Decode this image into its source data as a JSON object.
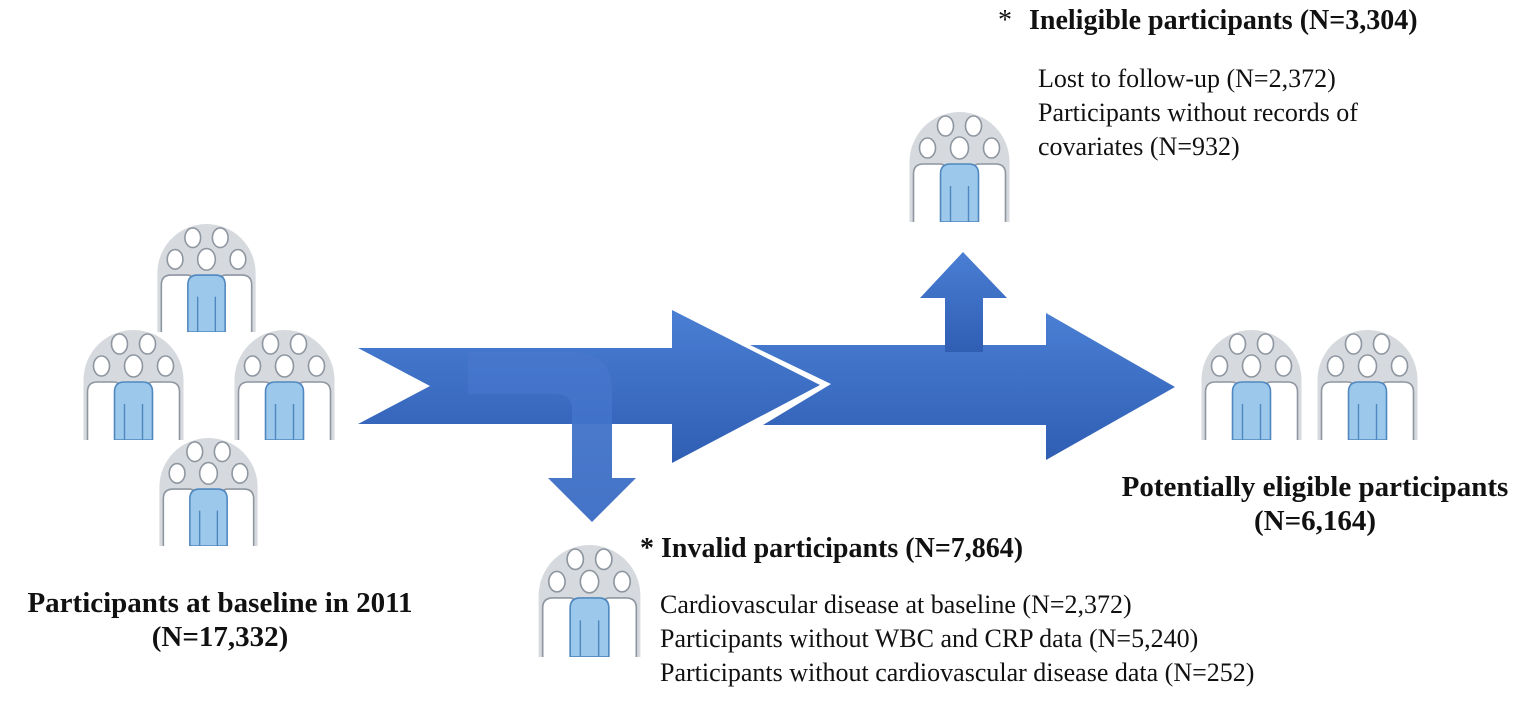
{
  "colors": {
    "arrow": "#3a6cc4",
    "arrow_light": "#4a7fd4",
    "arrow_dark": "#2f5eb3",
    "icon_bg": "#d6d9dd",
    "icon_line": "#8e96a0",
    "icon_center": "#9cc8ec",
    "icon_center_line": "#4f88bf"
  },
  "icons": {
    "group": "people-group-icon"
  },
  "baseline": {
    "title": "Participants at baseline in 2011",
    "count": "(N=17,332)"
  },
  "invalid": {
    "title": "* Invalid participants (N=7,864)",
    "items": [
      "Cardiovascular disease at baseline (N=2,372)",
      "Participants without WBC and CRP data (N=5,240)",
      "Participants without cardiovascular disease data (N=252)"
    ]
  },
  "ineligible": {
    "asterisk": "*",
    "title": "Ineligible participants (N=3,304)",
    "items": [
      "Lost to follow-up (N=2,372)",
      "Participants without records of",
      "covariates (N=932)"
    ]
  },
  "eligible": {
    "title": "Potentially eligible participants",
    "count": "(N=6,164)"
  }
}
